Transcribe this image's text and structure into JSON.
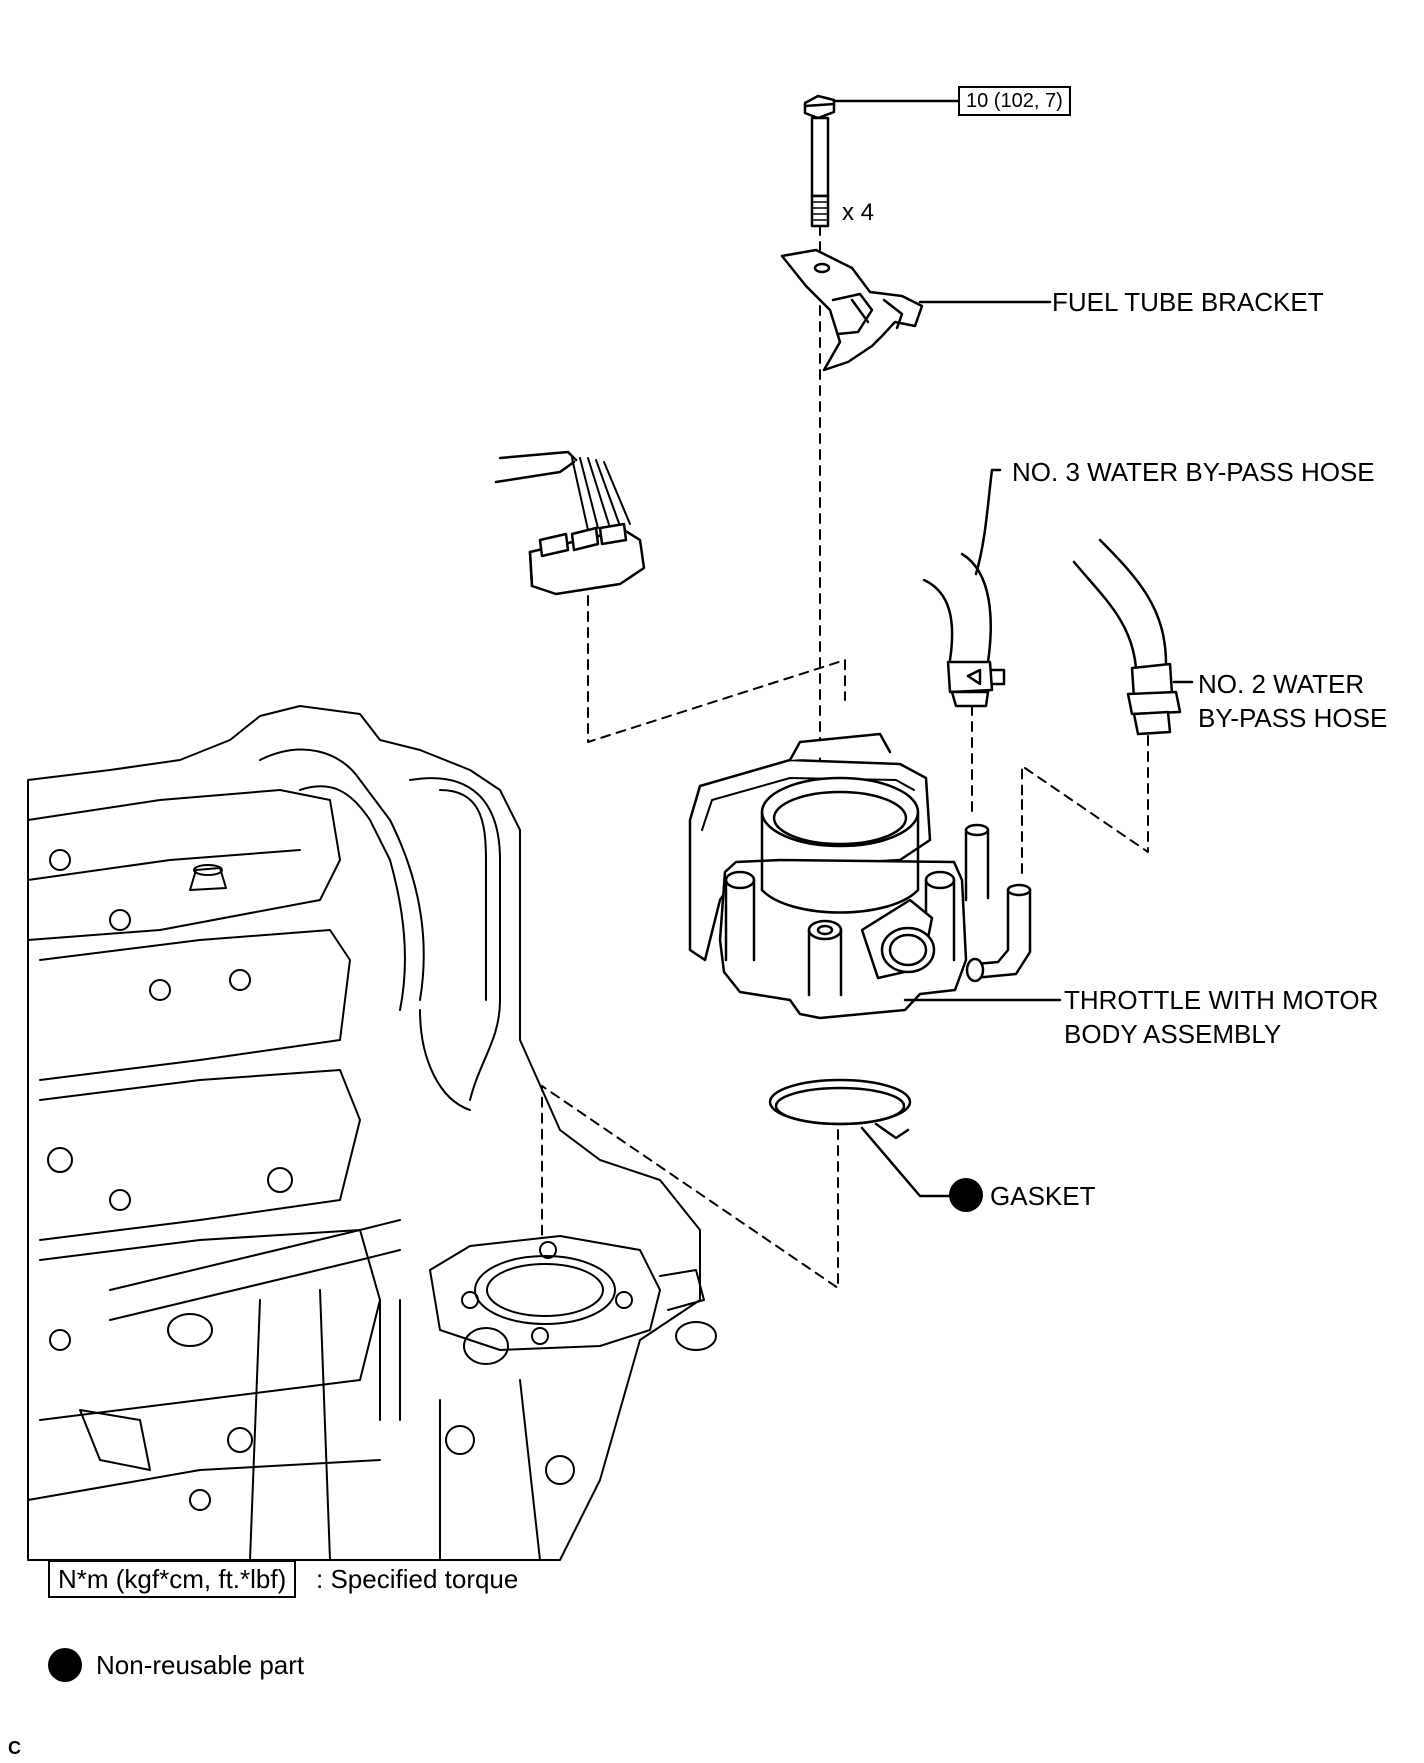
{
  "torque_spec": "10 (102, 7)",
  "bolt_quantity": "x 4",
  "labels": {
    "fuel_tube_bracket": "FUEL TUBE BRACKET",
    "no3_hose": "NO. 3 WATER BY-PASS HOSE",
    "no2_hose_line1": "NO. 2 WATER",
    "no2_hose_line2": "BY-PASS HOSE",
    "throttle_line1": "THROTTLE WITH MOTOR",
    "throttle_line2": "BODY ASSEMBLY",
    "gasket": "GASKET"
  },
  "legend": {
    "torque_unit": "N*m (kgf*cm, ft.*lbf)",
    "torque_desc": ": Specified torque",
    "nonreusable_desc": "Non-reusable part"
  },
  "corner_mark": "C"
}
